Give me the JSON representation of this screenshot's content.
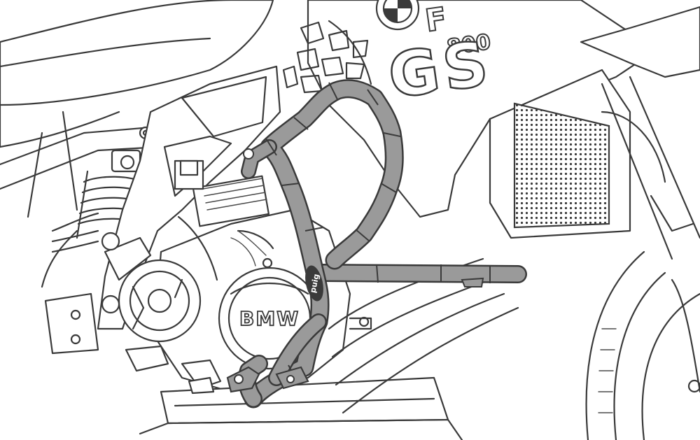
{
  "colors": {
    "line": "#3a3a3a",
    "guard_fill": "#9a9a9a",
    "guard_outline": "#3a3a3a",
    "background": "#ffffff"
  },
  "labels": {
    "model_letter": "F",
    "model_number": "800",
    "model_series": "GS",
    "engine_cover_brand": "BMW",
    "guard_brand": "puig"
  },
  "icons": {
    "tank_logo": "bmw-roundel-icon"
  }
}
